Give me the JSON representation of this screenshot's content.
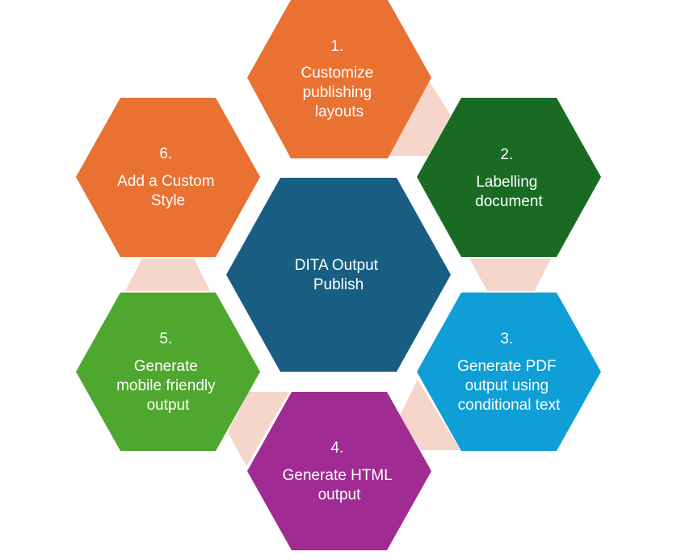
{
  "center": {
    "lines": [
      "DITA Output",
      "Publish"
    ],
    "color": "#175E82"
  },
  "steps": [
    {
      "number": "1.",
      "lines": [
        "Customize",
        "publishing",
        "layouts"
      ],
      "color": "#E97132"
    },
    {
      "number": "2.",
      "lines": [
        "Labelling",
        "document"
      ],
      "color": "#196B24"
    },
    {
      "number": "3.",
      "lines": [
        "Generate PDF",
        "output using",
        "conditional text"
      ],
      "color": "#0F9ED5"
    },
    {
      "number": "4.",
      "lines": [
        "Generate HTML",
        "output"
      ],
      "color": "#A02B93"
    },
    {
      "number": "5.",
      "lines": [
        "Generate",
        "mobile friendly",
        "output"
      ],
      "color": "#4EA72E"
    },
    {
      "number": "6.",
      "lines": [
        "Add a Custom",
        "Style"
      ],
      "color": "#E97132"
    }
  ],
  "connector_color": "#F6D5CB"
}
